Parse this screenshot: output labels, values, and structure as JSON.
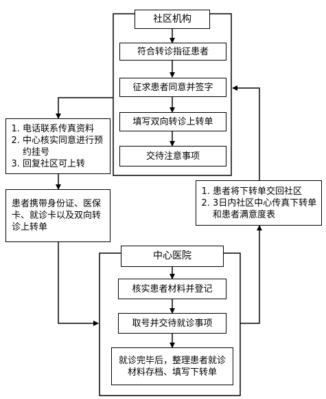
{
  "community": {
    "title": "社区机构",
    "steps": [
      "符合转诊指征患者",
      "征求患者同意并签字",
      "填写双向转诊上转单",
      "交待注意事项"
    ]
  },
  "left_notes": {
    "items": [
      "电话联系传真资料",
      "中心核实同意进行预约挂号",
      "回复社区可上转"
    ]
  },
  "patient_note": "患者携带身份证、医保卡、就诊卡以及双向转诊上转单",
  "right_notes": {
    "items": [
      "患者将下转单交回社区",
      "3日内社区中心传真下转单和患者满意度表"
    ]
  },
  "hospital": {
    "title": "中心医院",
    "steps": [
      "核实患者材料并登记",
      "取号并交待就诊事项",
      "就诊完毕后，整理患者就诊材料存档、填写下转单"
    ]
  },
  "colors": {
    "line": "#000000",
    "background": "#ffffff"
  }
}
